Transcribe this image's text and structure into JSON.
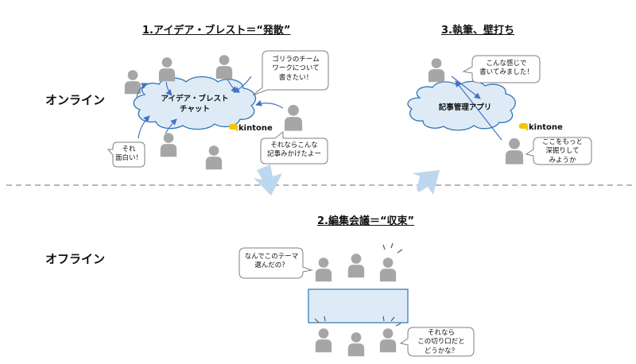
{
  "titles": {
    "diverge": "1.アイデア・ブレスト＝“発散”",
    "write": "3.執筆、壁打ち",
    "converge": "2.編集会議＝“収束”"
  },
  "sections": {
    "online": "オンライン",
    "offline": "オフライン"
  },
  "clouds": {
    "chat": "アイデア・ブレスト\nチャット",
    "app": "記事管理アプリ"
  },
  "brand": "kintone",
  "bubbles": {
    "gorilla": "ゴリラのチーム\nワークについて\n書きたい！",
    "omoshiroi": "それ\n面白い！",
    "konna": "それならこんな\n記事みかけたよー",
    "kakimashita": "こんな感じで\n書いてみました！",
    "fukabori": "ここをもっと\n深掘りして\nみようか",
    "theme": "なんでこのテーマ\n選んだの？",
    "kirikuchi": "それなら\nこの切り口だと\nどうかな？"
  },
  "colors": {
    "person": "#a6a6a6",
    "cloud_fill": "#deebf7",
    "cloud_stroke": "#2e75b6",
    "arrow": "#4472c4",
    "big_arrow": "#bdd7ee",
    "table_fill": "#deebf7",
    "brand": "#f5c400",
    "dashed_line": "#8c8c8c"
  }
}
